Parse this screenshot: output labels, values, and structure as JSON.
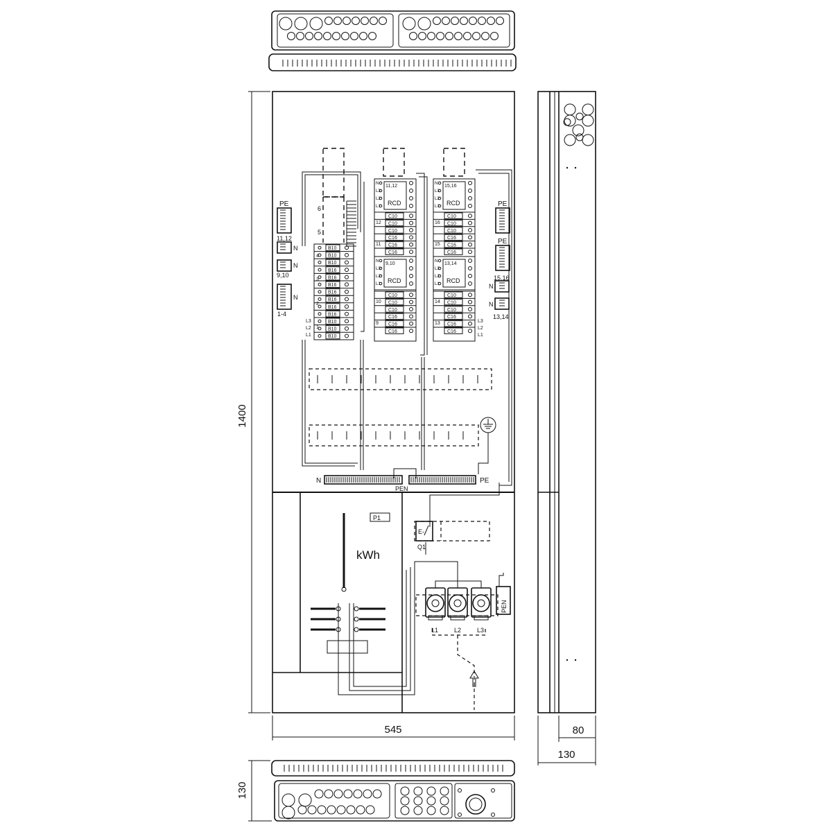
{
  "dimensions": {
    "height": "1400",
    "width": "545",
    "side_inner": "80",
    "side_outer": "130",
    "bottom_depth": "130"
  },
  "busbars": {
    "n": "N",
    "pe": "PE",
    "pen": "PEN"
  },
  "left_terminals": {
    "pe": "PE",
    "t1112": "11,12",
    "t910": "9,10",
    "t14": "1-4",
    "n": "N"
  },
  "right_terminals": {
    "pe1": "PE",
    "pe2": "PE",
    "t1516": "15,16",
    "t1314": "13,14",
    "n": "N"
  },
  "col1": {
    "row6": "6",
    "row5": "5",
    "row_nums": [
      "4",
      "3",
      "2",
      "1"
    ],
    "breakers": [
      "B10",
      "B10",
      "B10",
      "B16",
      "B16",
      "B16",
      "B16",
      "B16",
      "B16",
      "B16",
      "B10",
      "B10",
      "B10"
    ],
    "phases": [
      "L3",
      "L2",
      "L1"
    ]
  },
  "col2": {
    "rcd_top_label": "11,12",
    "rcd_bottom_label": "9,10",
    "rcd": "RCD",
    "rcd_phases": [
      "N",
      "L3",
      "L2",
      "L1"
    ],
    "top_breakers": [
      "C10",
      "C10",
      "C10",
      "C16",
      "C16",
      "C16"
    ],
    "bottom_breakers": [
      "C10",
      "C10",
      "C10",
      "C16",
      "C16",
      "C16"
    ],
    "top_nums": [
      "12",
      "11"
    ],
    "bottom_nums": [
      "10",
      "9"
    ]
  },
  "col3": {
    "rcd_top_label": "15,16",
    "rcd_bottom_label": "13,14",
    "rcd": "RCD",
    "rcd_phases": [
      "N",
      "L3",
      "L2",
      "L1"
    ],
    "top_breakers": [
      "C10",
      "C10",
      "C10",
      "C16",
      "C16",
      "C16"
    ],
    "bottom_breakers": [
      "C10",
      "C10",
      "C10",
      "C16",
      "C16",
      "C16"
    ],
    "top_nums": [
      "16",
      "15"
    ],
    "bottom_nums": [
      "14",
      "13"
    ],
    "phases": [
      "L3",
      "L2",
      "L1"
    ]
  },
  "meter": {
    "p1": "P1",
    "kwh": "kWh"
  },
  "main_switch": {
    "q1": "Q1"
  },
  "fuses": {
    "l1": "L1",
    "l2": "L2",
    "l3": "L3",
    "pen": "PEN"
  }
}
